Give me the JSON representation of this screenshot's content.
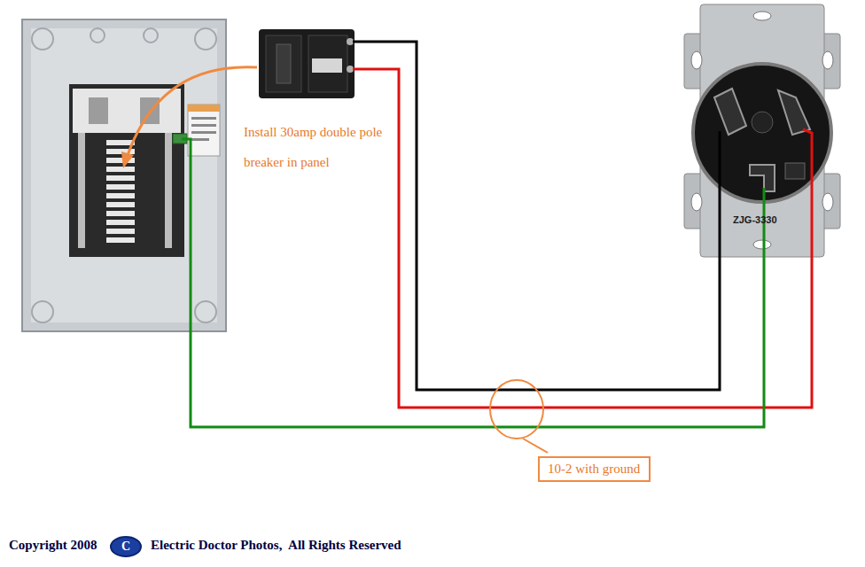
{
  "diagram": {
    "nodes": [
      {
        "text": [
          "10-2 with ground"
        ]
      }
    ],
    "labels": [
      "Install 30amp double pole breaker in panel",
      "Copyright 2008",
      "C",
      "Electric Doctor Photos,  All Rights Reserved",
      "ZJG-3330"
    ]
  }
}
